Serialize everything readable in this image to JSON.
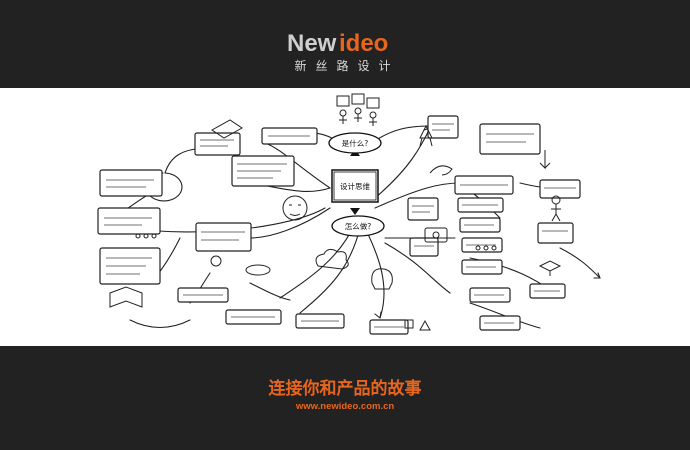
{
  "brand": {
    "logo_new": "New",
    "logo_ideo": "ideo",
    "subtitle": "新丝路设计",
    "accent_color": "#e8651e"
  },
  "mindmap": {
    "center": "设计思维",
    "top_question": "是什么?",
    "bottom_question": "怎么做?",
    "note": "hand-drawn mind map illustration; small handwritten labels are not legible"
  },
  "footer": {
    "slogan": "连接你和产品的故事",
    "url": "www.newideo.com.cn"
  }
}
